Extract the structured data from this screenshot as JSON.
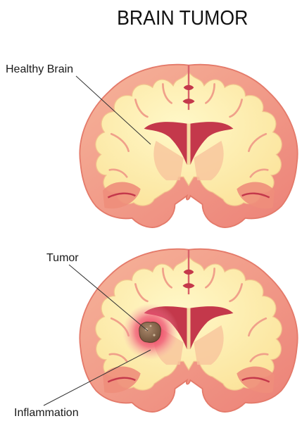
{
  "title": "BRAIN TUMOR",
  "labels": {
    "healthy": "Healthy Brain",
    "tumor": "Tumor",
    "inflammation": "Inflammation"
  },
  "colors": {
    "cortex": "#f3a58d",
    "cortex_edge": "#e87a6b",
    "white_matter": "#fdf0a8",
    "ventricle": "#c4384b",
    "tumor": "#8b6a4e",
    "inflammation": "#e8305a"
  }
}
